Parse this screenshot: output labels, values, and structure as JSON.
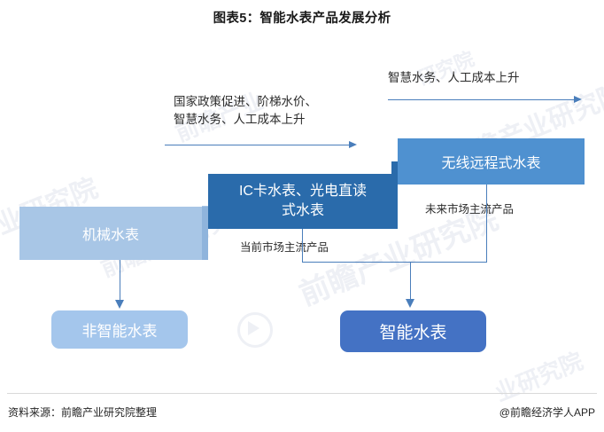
{
  "chart_data": {
    "type": "diagram",
    "title": "图表5：智能水表产品发展分析",
    "nodes": [
      {
        "id": "mechanical",
        "label": "机械水表",
        "stage": "past",
        "color": "#a8c6e6"
      },
      {
        "id": "ic_card",
        "label": "IC卡水表、光电直读式水表",
        "stage": "current",
        "color": "#2a6bab"
      },
      {
        "id": "wireless",
        "label": "无线远程式水表",
        "stage": "future",
        "color": "#4f91d0"
      },
      {
        "id": "non_smart",
        "label": "非智能水表",
        "stage": "category",
        "color": "#a4c6ec"
      },
      {
        "id": "smart",
        "label": "智能水表",
        "stage": "category",
        "color": "#4472c4"
      }
    ],
    "edges": [
      {
        "from": "mechanical",
        "to": "ic_card",
        "label": "国家政策促进、阶梯水价、智慧水务、人工成本上升"
      },
      {
        "from": "ic_card",
        "to": "wireless",
        "label": "智慧水务、人工成本上升"
      },
      {
        "from": "mechanical",
        "to": "non_smart",
        "label": ""
      },
      {
        "from": "ic_card",
        "to": "smart",
        "label": "当前市场主流产品"
      },
      {
        "from": "wireless",
        "to": "smart",
        "label": "未来市场主流产品"
      }
    ],
    "annotations": [
      "当前市场主流产品",
      "未来市场主流产品"
    ],
    "accent_color": "#4a7ebb"
  },
  "header": {
    "title": "图表5：智能水表产品发展分析"
  },
  "boxes": {
    "mechanical": "机械水表",
    "ic_card": "IC卡水表、光电直读式水表",
    "ic_card_line1": "IC卡水表、光电直读",
    "ic_card_line2": "式水表",
    "wireless": "无线远程式水表",
    "non_smart": "非智能水表",
    "smart": "智能水表"
  },
  "notes": {
    "top_arrow": "智慧水务、人工成本上升",
    "mid_arrow_line1": "国家政策促进、阶梯水价、",
    "mid_arrow_line2": "智慧水务、人工成本上升",
    "current_product": "当前市场主流产品",
    "future_product": "未来市场主流产品"
  },
  "watermarks": {
    "a": "业研究院",
    "b": "前瞻产业研究院",
    "c": "前瞻产业研究院",
    "d": "前瞻产业研究院",
    "e": "业研究院",
    "f": "前瞻产业",
    "g": "研究院"
  },
  "footer": {
    "source": "资料来源：前瞻产业研究院整理",
    "attribution": "@前瞻经济学人APP"
  }
}
